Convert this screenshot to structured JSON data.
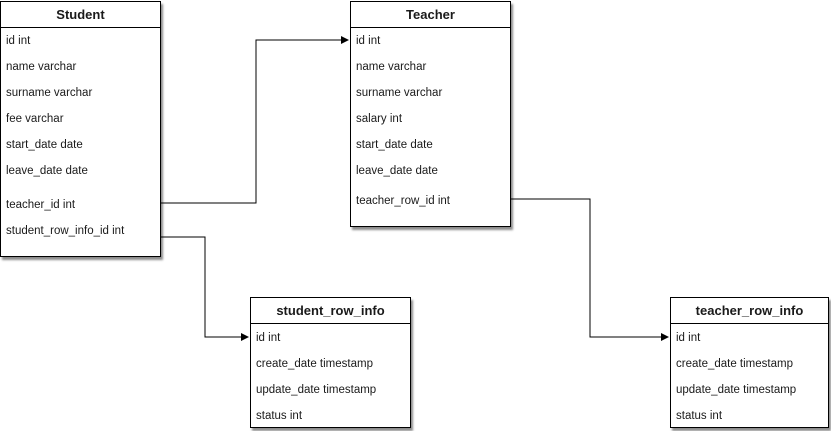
{
  "tables": {
    "student": {
      "name": "Student",
      "fields": [
        "id int",
        "name varchar",
        "surname varchar",
        "fee varchar",
        "start_date date",
        "leave_date date",
        "teacher_id int",
        "student_row_info_id int"
      ]
    },
    "teacher": {
      "name": "Teacher",
      "fields": [
        "id int",
        "name varchar",
        "surname varchar",
        "salary int",
        "start_date date",
        "leave_date date",
        "teacher_row_id int"
      ]
    },
    "student_row_info": {
      "name": "student_row_info",
      "fields": [
        "id int",
        "create_date timestamp",
        "update_date timestamp",
        "status int"
      ]
    },
    "teacher_row_info": {
      "name": "teacher_row_info",
      "fields": [
        "id int",
        "create_date timestamp",
        "update_date timestamp",
        "status int"
      ]
    }
  },
  "colors": {
    "border": "#000000",
    "background": "#ffffff",
    "shadow": "#888888"
  }
}
